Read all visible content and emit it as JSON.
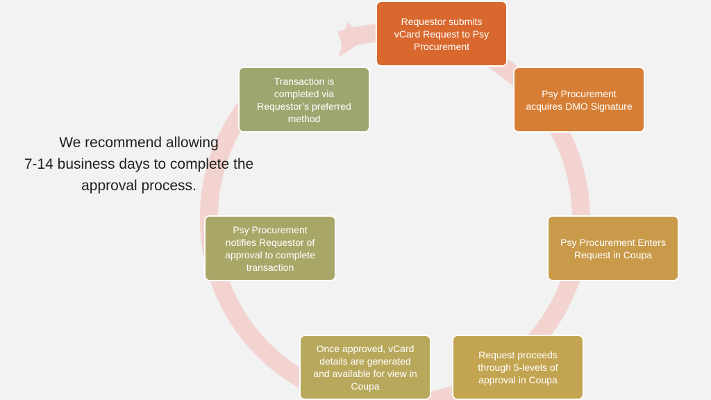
{
  "note": {
    "text": "We recommend allowing\n7-14 business days to complete the\napproval process."
  },
  "colors": {
    "ring": "#f2d3cf",
    "step1": "#d8682d",
    "step2": "#d67e35",
    "step3": "#c89a49",
    "step4": "#c3a450",
    "step5": "#b8a85b",
    "step6": "#a9a768",
    "step7": "#9fa56f"
  },
  "steps": [
    {
      "label": "Requestor submits\nvCard Request to Psy\nProcurement"
    },
    {
      "label": "Psy Procurement\nacquires DMO Signature"
    },
    {
      "label": "Psy Procurement Enters\nRequest in Coupa"
    },
    {
      "label": "Request proceeds\nthrough 5-levels of\napproval in Coupa"
    },
    {
      "label": "Once approved, vCard\ndetails are generated\nand available for view in\nCoupa"
    },
    {
      "label": "Psy Procurement\nnotifies Requestor of\napproval to complete\ntransaction"
    },
    {
      "label": "Transaction is\ncompleted via\nRequestor’s preferred\nmethod"
    }
  ]
}
